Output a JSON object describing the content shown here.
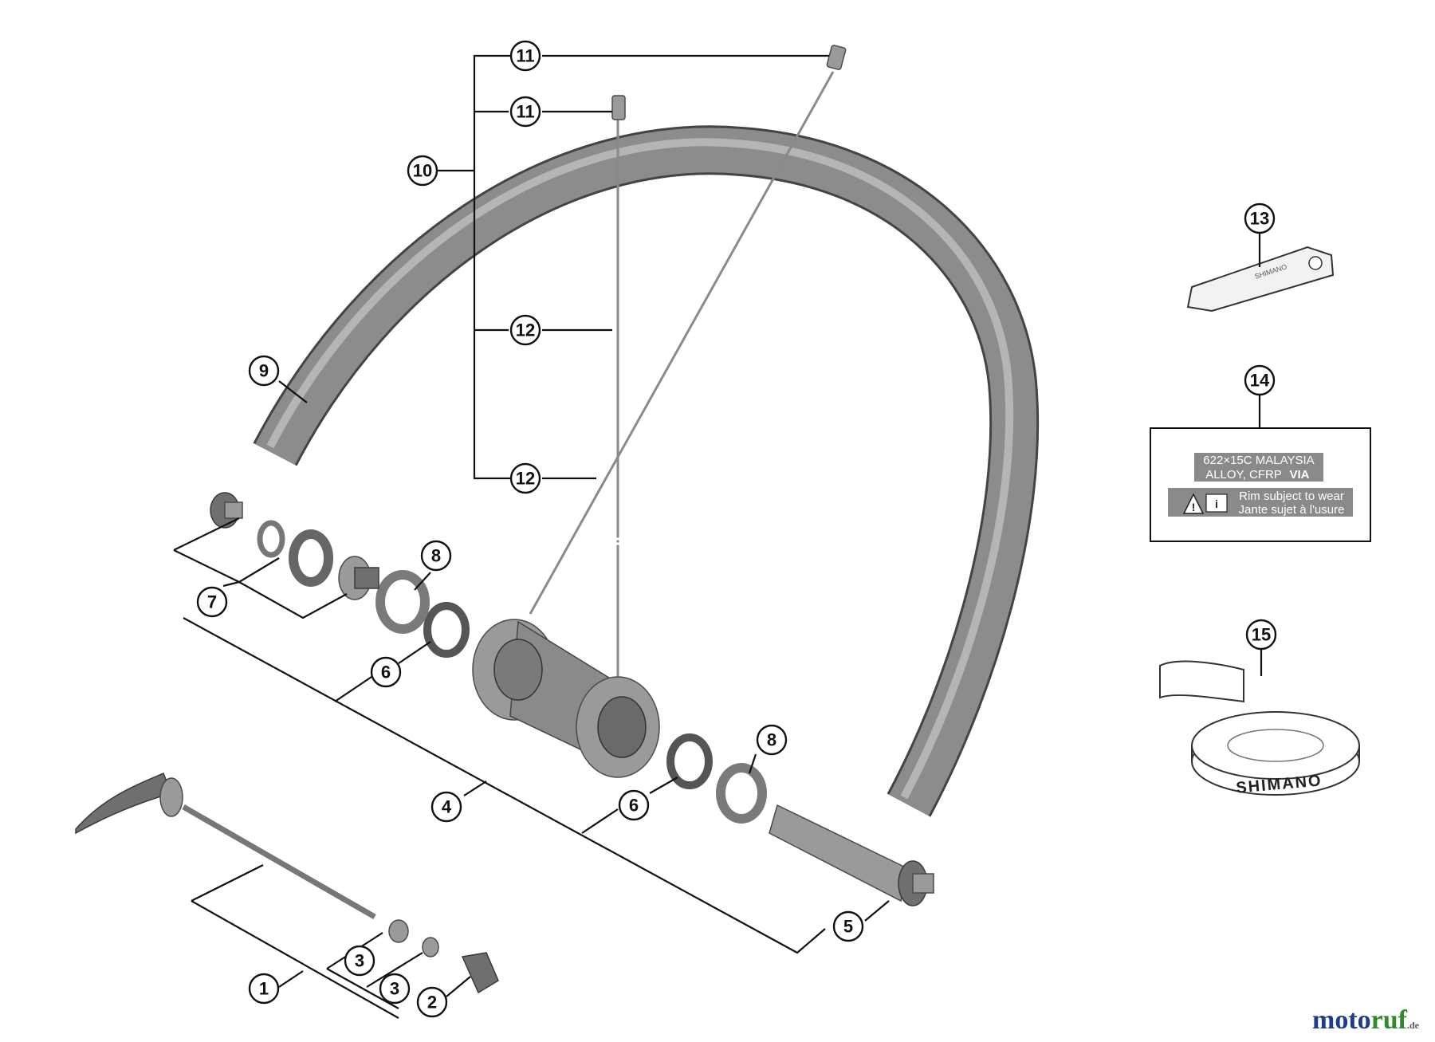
{
  "callouts": {
    "c1": "1",
    "c2": "2",
    "c3a": "3",
    "c3b": "3",
    "c4": "4",
    "c5": "5",
    "c6a": "6",
    "c6b": "6",
    "c7": "7",
    "c8a": "8",
    "c8b": "8",
    "c9": "9",
    "c10": "10",
    "c11a": "11",
    "c11b": "11",
    "c12a": "12",
    "c12b": "12",
    "c13": "13",
    "c14": "14",
    "c15": "15"
  },
  "rim_label": {
    "line1": "622×15C  MALAYSIA",
    "line2_prefix": "ALLOY, CFRP",
    "line2_brand": "VIA",
    "warning_line1": "Rim subject to wear",
    "warning_line2": "Jante sujet à l'usure"
  },
  "rim_tape_brand": "SHIMANO",
  "tool_engraving": "SHIMANO",
  "watermark": {
    "part1": "moto",
    "part2": "ruf",
    "suffix": ".de"
  },
  "colors": {
    "line": "#111111",
    "part": "#8a8a8a",
    "watermark_blue": "#1e3c8a",
    "watermark_green": "#2f8a2f"
  }
}
